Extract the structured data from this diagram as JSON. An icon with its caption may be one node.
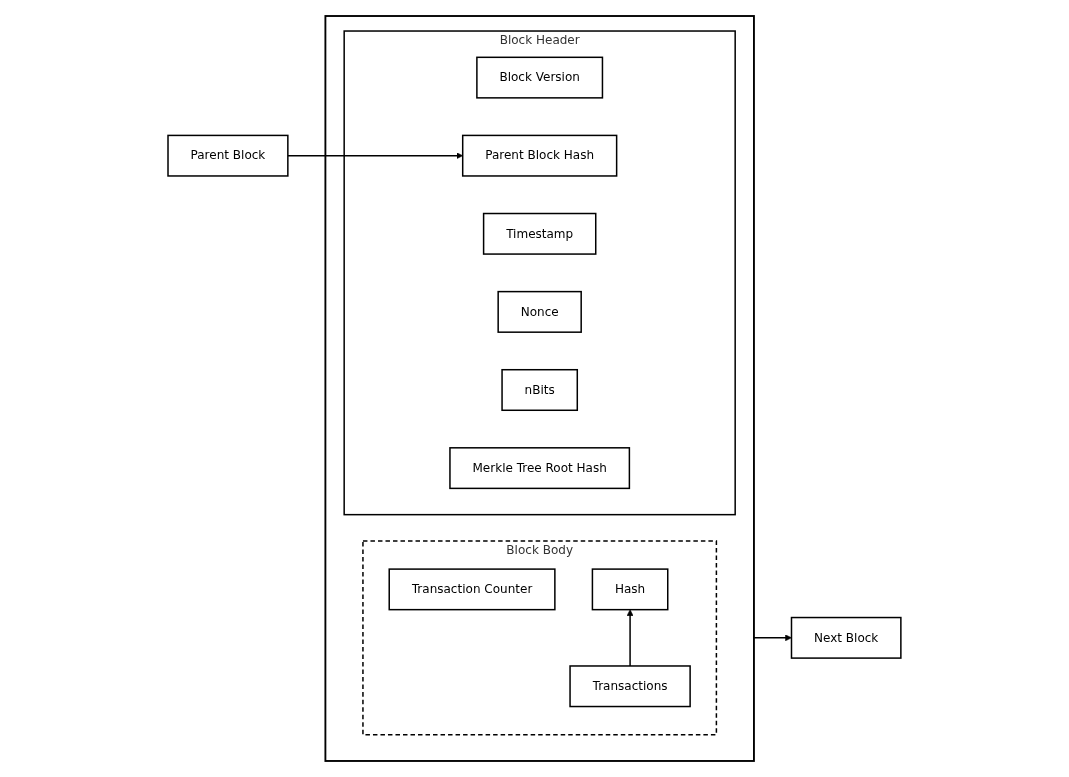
{
  "diagram": {
    "nodes": [
      {
        "text": [
          "Parent Block"
        ]
      },
      {
        "text": [],
        "shape": "box"
      },
      {
        "text": [
          "Block Header"
        ],
        "in": 1
      },
      {
        "text": [
          "Block Version"
        ],
        "in": 2
      },
      {
        "text": [
          "Parent Block Hash"
        ],
        "in": 2
      },
      {
        "text": [
          "Timestamp"
        ],
        "in": 2
      },
      {
        "text": [
          "Nonce"
        ],
        "in": 2
      },
      {
        "text": [
          "nBits"
        ],
        "in": 2
      },
      {
        "text": [
          "Merkle Tree Root Hash"
        ],
        "in": 2
      },
      {
        "text": [
          "Block Body"
        ],
        "in": 1
      },
      {
        "text": [
          "Transaction Counter"
        ],
        "in": 9
      },
      {
        "text": [
          "Hash"
        ],
        "in": 9
      },
      {
        "text": [
          "Transactions"
        ],
        "in": 9
      },
      {
        "text": [
          "Next Block"
        ]
      }
    ],
    "edges": [
      {
        "from": 0,
        "to": 4,
        "arrow": "to"
      },
      {
        "from": 1,
        "to": 13,
        "arrow": "to"
      },
      {
        "from": 12,
        "to": 11,
        "arrow": "to"
      }
    ]
  }
}
